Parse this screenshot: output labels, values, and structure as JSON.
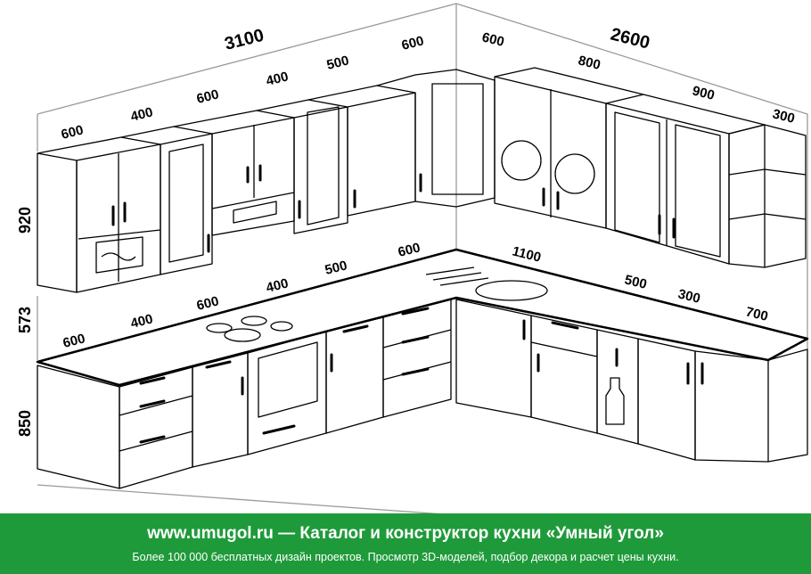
{
  "dimensions": {
    "wall_left_total": "3100",
    "wall_right_total": "2600",
    "upper_left": [
      "600",
      "400",
      "600",
      "400",
      "500",
      "600"
    ],
    "upper_right": [
      "600",
      "800",
      "900",
      "300"
    ],
    "base_left": [
      "600",
      "400",
      "600",
      "400",
      "500",
      "600"
    ],
    "base_right": [
      "1100",
      "500",
      "300",
      "700"
    ],
    "height_upper": "920",
    "height_gap": "573",
    "height_base": "850"
  },
  "footer": {
    "headline": "www.umugol.ru — Каталог и конструктор кухни «Умный угол»",
    "subline": "Более 100 000 бесплатных дизайн проектов. Просмотр 3D-моделей, подбор декора и расчет цены кухни."
  },
  "colors": {
    "footer_bg": "#1f9a3a",
    "line": "#000000"
  }
}
